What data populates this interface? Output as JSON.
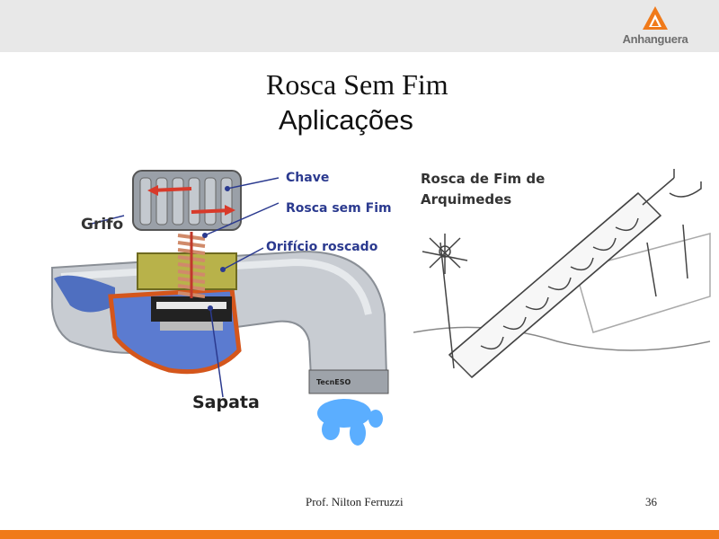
{
  "header": {
    "logo_text": "Anhanguera",
    "logo_icon": "anhanguera-triangle-logo",
    "accent": "#f07a1a"
  },
  "slide": {
    "title": "Rosca Sem Fim",
    "subtitle": "Aplicações"
  },
  "left_figure": {
    "labels": {
      "chave": "Chave",
      "rosca": "Rosca sem Fim",
      "orificio": "Orifício roscado",
      "grifo": "Grifo",
      "sapata": "Sapata",
      "brand": "TecnESO"
    }
  },
  "right_figure": {
    "caption_line1": "Rosca de Fim de",
    "caption_line2": "Arquimedes"
  },
  "footer": {
    "author": "Prof. Nilton Ferruzzi",
    "page": "36"
  }
}
